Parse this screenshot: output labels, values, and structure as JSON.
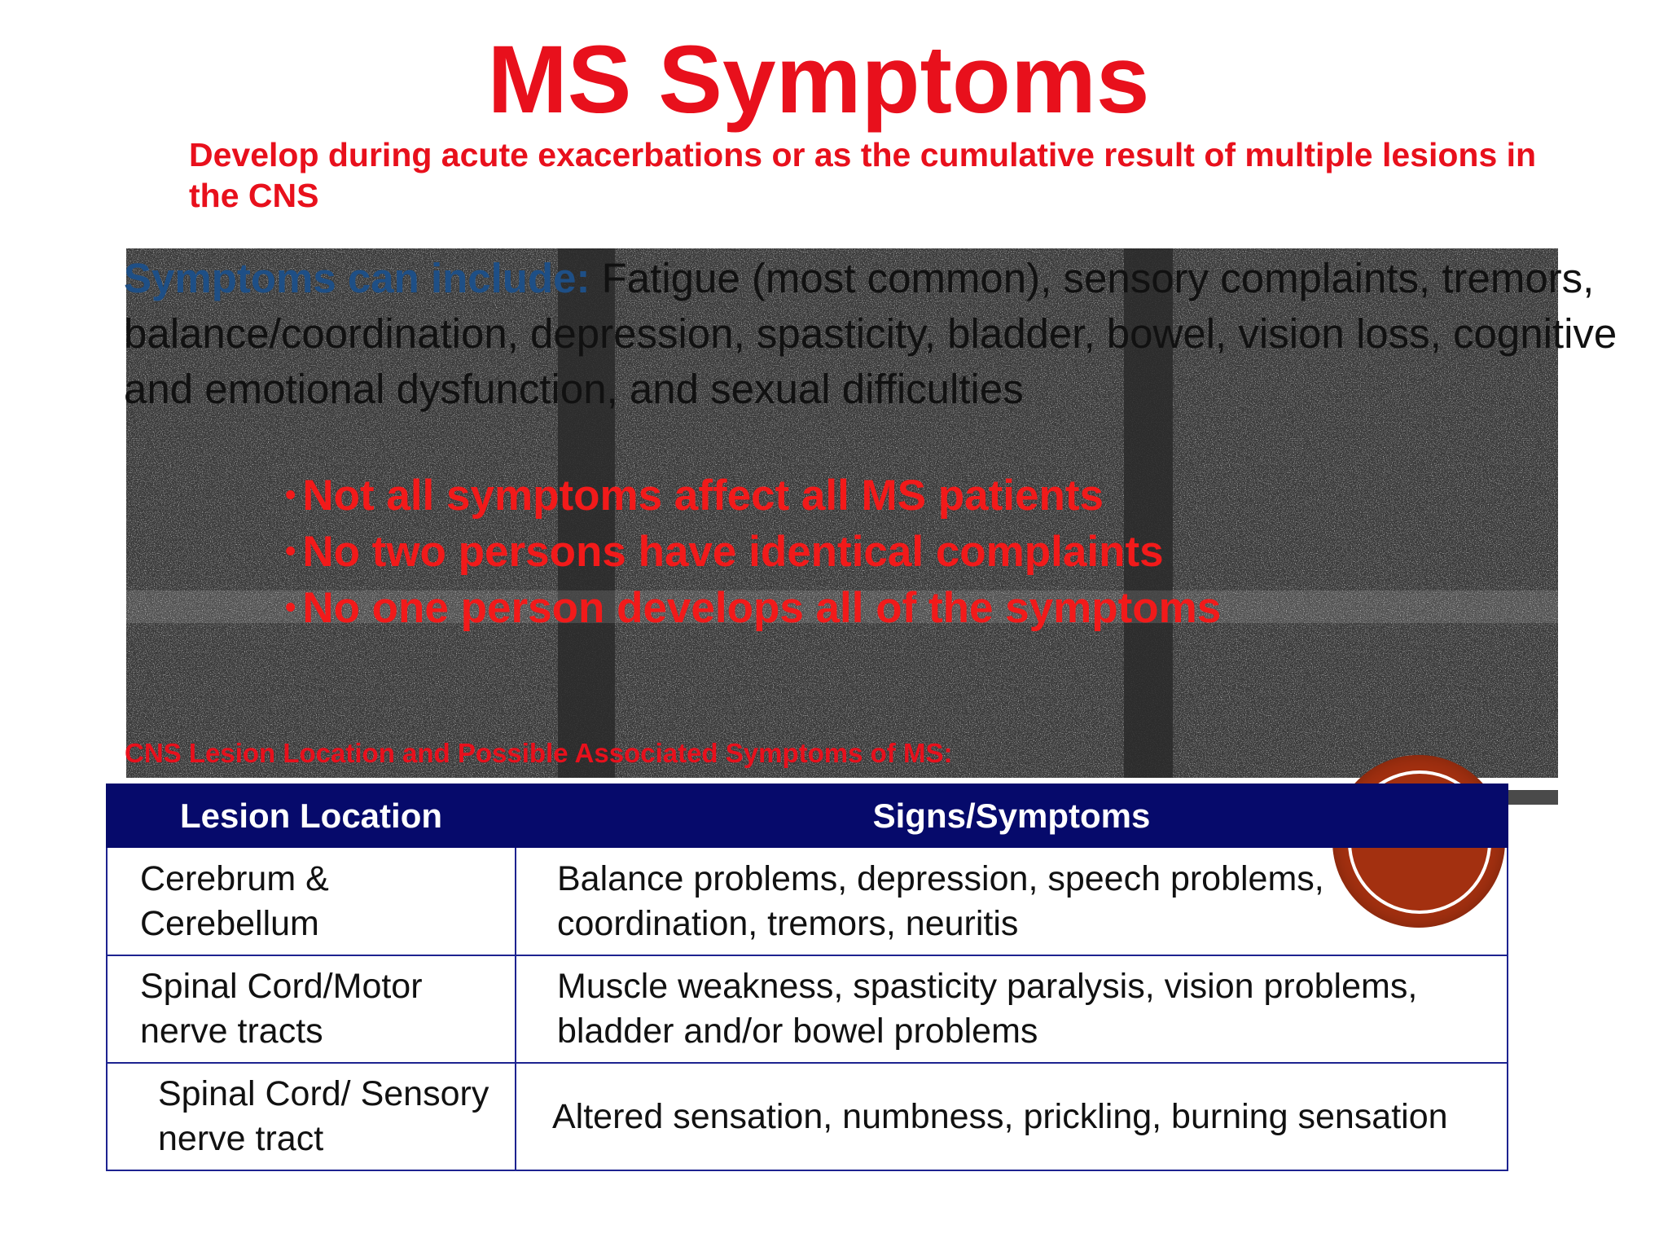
{
  "slide": {
    "title": "MS Symptoms",
    "subtitle": "Develop during acute exacerbations or as the cumulative result of multiple lesions in the CNS",
    "symptoms_lead": "Symptoms can include:",
    "symptoms_text": " Fatigue (most common), sensory complaints, tremors, balance/coordination, depression, spasticity, bladder, bowel, vision loss, cognitive and emotional dysfunction, and sexual difficulties",
    "bullets": [
      "Not all symptoms affect all MS patients",
      "No two persons have identical complaints",
      "No one person develops all of the symptoms"
    ],
    "table_caption": "CNS Lesion Location and Possible Associated Symptoms of MS:"
  },
  "table": {
    "headers": [
      "Lesion Location",
      "Signs/Symptoms"
    ],
    "rows": [
      {
        "location": "Cerebrum & Cerebellum",
        "symptoms": "Balance problems, depression, speech problems, coordination, tremors, neuritis"
      },
      {
        "location": "Spinal Cord/Motor nerve tracts",
        "symptoms": "Muscle weakness, spasticity paralysis, vision problems, bladder and/or bowel problems"
      },
      {
        "location": "Spinal Cord/ Sensory nerve tract",
        "symptoms": "Altered sensation, numbness, prickling, burning sensation"
      }
    ]
  },
  "colors": {
    "title_red": "#e8101c",
    "lead_blue": "#1e4f86",
    "header_navy": "#060a6b",
    "badge_rust": "#a33010"
  }
}
